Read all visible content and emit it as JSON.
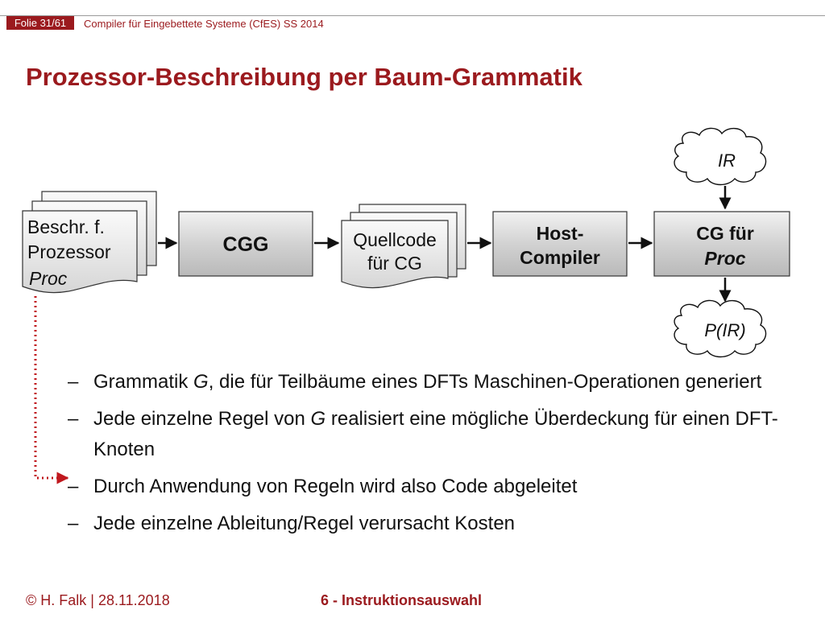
{
  "header": {
    "slide_number": "Folie 31/61",
    "course": "Compiler für Eingebettete Systeme (CfES) SS 2014"
  },
  "title": "Prozessor-Beschreibung per Baum-Grammatik",
  "diagram": {
    "doc_stack": {
      "line1": "Beschr. f.",
      "line2": "Prozessor",
      "line3": "Proc"
    },
    "cgg": "CGG",
    "source_stack": {
      "line1": "Quellcode",
      "line2": "für CG"
    },
    "host_compiler": {
      "line1": "Host-",
      "line2": "Compiler"
    },
    "cg_proc": {
      "line1": "CG für",
      "line2": "Proc"
    },
    "cloud_ir": "IR",
    "cloud_pir": "P(IR)"
  },
  "bullets": [
    {
      "dash": "–",
      "parts": [
        "Grammatik ",
        "G",
        ", die für Teilbäume eines DFTs Maschinen-Operationen generiert"
      ]
    },
    {
      "dash": "–",
      "parts": [
        "Jede einzelne Regel von ",
        "G",
        " realisiert eine mögliche Überdeckung für einen DFT-Knoten"
      ]
    },
    {
      "dash": "–",
      "parts": [
        "Durch Anwendung von Regeln wird also Code abgeleitet"
      ]
    },
    {
      "dash": "–",
      "parts": [
        "Jede einzelne Ableitung/Regel verursacht Kosten"
      ]
    }
  ],
  "footer": {
    "author_date": "© H. Falk | 28.11.2018",
    "chapter": "6 - Instruktionsauswahl"
  },
  "colors": {
    "accent": "#9b1a1e",
    "box_gray": "#d4d4d4",
    "dotted_arrow": "#c0181e"
  }
}
